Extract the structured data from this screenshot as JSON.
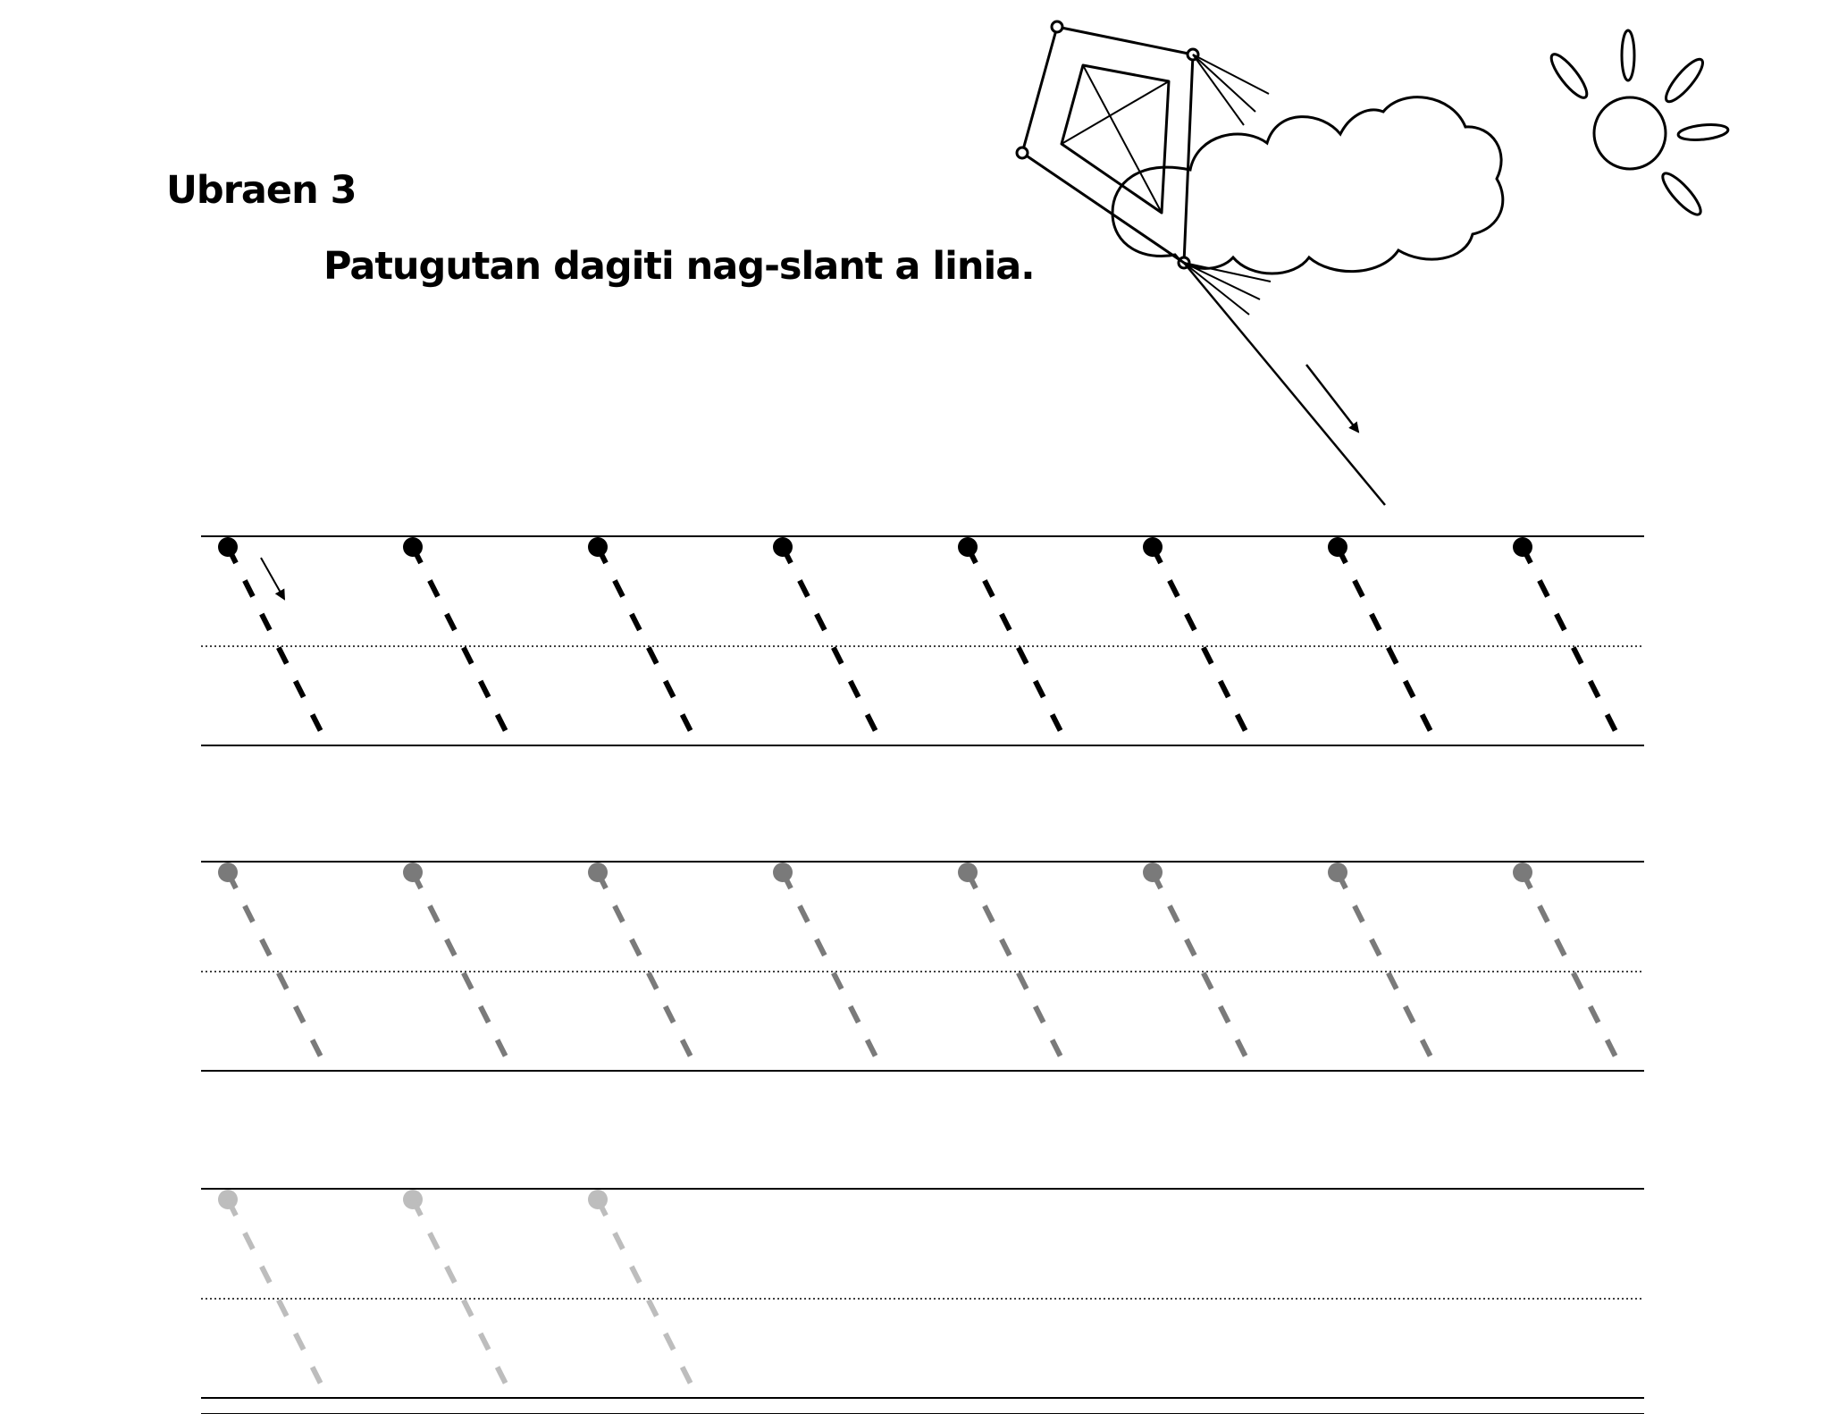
{
  "worksheet": {
    "title": "Ubraen 3",
    "instruction": "Patugutan dagiti nag-slant a linia."
  },
  "illustration": {
    "icons": [
      "kite-icon",
      "cloud-icon",
      "sun-icon",
      "direction-arrow-icon"
    ]
  },
  "practice_rows": [
    {
      "guide_count": 8,
      "ink": "#000000"
    },
    {
      "guide_count": 8,
      "ink": "#7a7a7a"
    },
    {
      "guide_count": 3,
      "ink": "#bdbdbd"
    }
  ]
}
